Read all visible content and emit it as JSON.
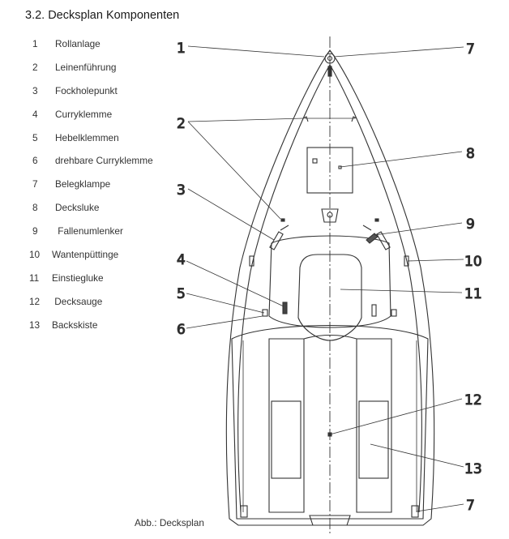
{
  "heading": "3.2.  Decksplan Komponenten",
  "legend": [
    {
      "num": "1",
      "label": "Rollanlage"
    },
    {
      "num": "2",
      "label": "Leinenführung"
    },
    {
      "num": "3",
      "label": "Fockholepunkt"
    },
    {
      "num": "4",
      "label": "Curryklemme"
    },
    {
      "num": "5",
      "label": "Hebelklemmen"
    },
    {
      "num": "6",
      "label": "drehbare Curryklemme"
    },
    {
      "num": "7",
      "label": "Belegklampe"
    },
    {
      "num": "8",
      "label": "Decksluke"
    },
    {
      "num": "9",
      "label": " Fallenumlenker"
    },
    {
      "num": "10",
      "label": "Wantenpüttinge"
    },
    {
      "num": "11",
      "label": "Einstiegluke"
    },
    {
      "num": "12",
      "label": " Decksauge"
    },
    {
      "num": "13",
      "label": "Backskiste"
    }
  ],
  "callouts": {
    "c1": "1",
    "c2": "2",
    "c3": "3",
    "c4": "4",
    "c5": "5",
    "c6": "6",
    "c7a": "7",
    "c7b": "7",
    "c8": "8",
    "c9": "9",
    "c10": "10",
    "c11": "11",
    "c12": "12",
    "c13": "13"
  },
  "caption": "Abb.: Decksplan"
}
